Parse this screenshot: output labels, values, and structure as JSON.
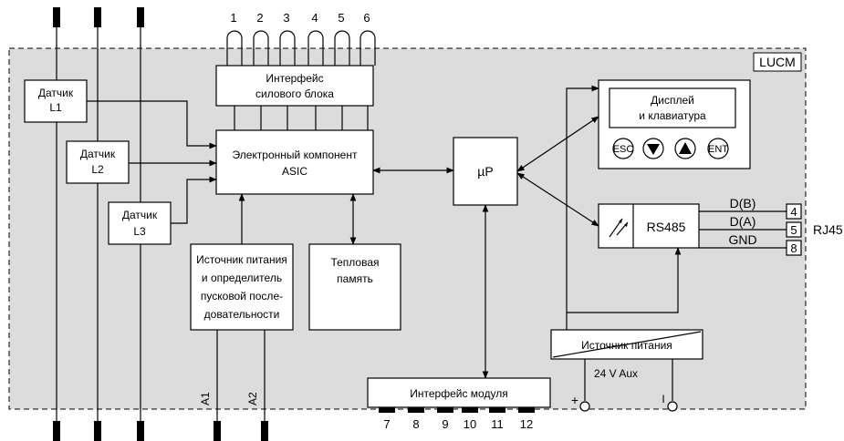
{
  "module_label": "LUCM",
  "top_terminals": [
    "1",
    "2",
    "3",
    "4",
    "5",
    "6"
  ],
  "bottom_terminals": [
    "7",
    "8",
    "9",
    "10",
    "11",
    "12"
  ],
  "sensors": {
    "l1": [
      "Датчик",
      "L1"
    ],
    "l2": [
      "Датчик",
      "L2"
    ],
    "l3": [
      "Датчик",
      "L3"
    ]
  },
  "power_interface": [
    "Интерфейс",
    "силового блока"
  ],
  "asic": [
    "Электронный компонент",
    "ASIC"
  ],
  "mcu": "µP",
  "display": {
    "title": [
      "Дисплей",
      "и клавиатура"
    ],
    "keys": [
      "ESC",
      "ENT"
    ]
  },
  "rs485": {
    "label": "RS485",
    "lines": [
      "D(B)",
      "D(A)",
      "GND"
    ],
    "pins": [
      "4",
      "5",
      "8"
    ],
    "connector": "RJ45"
  },
  "power_source": [
    "Источник питания",
    "и определитель",
    "пусковой после-",
    "довательности"
  ],
  "thermal_memory": [
    "Тепловая",
    "память"
  ],
  "module_interface": "Интерфейс модуля",
  "aux_supply": {
    "label": "Источник питания",
    "voltage": "24 V Aux",
    "plus": "+",
    "minus": "I"
  },
  "supply_terminals": [
    "A1",
    "A2"
  ]
}
